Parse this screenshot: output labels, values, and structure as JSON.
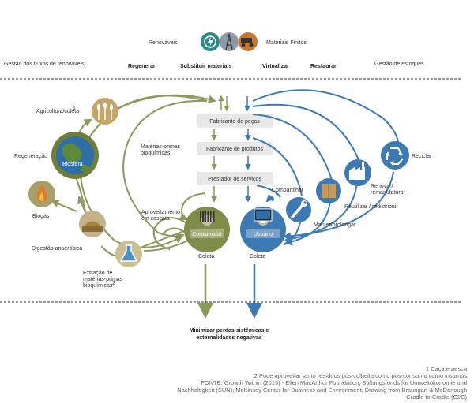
{
  "header": {
    "renewables": "Renováveis",
    "finite": "Materiais Finitos",
    "flow_left": "Gestão dos fluxos de renováveis",
    "flow_right": "Gestão de estoques",
    "regenerate": "Regenerar",
    "substitute": "Substituir materiais",
    "virtualize": "Virtualizar",
    "restore": "Restaurar"
  },
  "center_boxes": {
    "parts": "Fabricante de peças",
    "products": "Fabricante de produtos",
    "services": "Prestador de serviços"
  },
  "left_cycle": {
    "agriculture": "Agricultura/coleta",
    "agriculture_sup": "1",
    "biosphere": "Biosfera",
    "regeneration": "Regeneração",
    "biogas": "Biogás",
    "anaerobic": "Digestão anaeróbica",
    "extraction_l1": "Extração de",
    "extraction_l2": "matérias-primas",
    "extraction_l3": "bioquímicas",
    "extraction_sup": "2",
    "raw_l1": "Matérias-primas",
    "raw_l2": "bioquímicas",
    "cascade_l1": "Aproveitamento",
    "cascade_l2": "em cascata",
    "consumer": "Consumidor",
    "collect_left": "Coleta"
  },
  "right_cycle": {
    "user": "Usuário",
    "collect_right": "Coleta",
    "share": "Compartilhar",
    "maintain": "Manter/prolongar",
    "reuse": "Reutilizar / redistribuir",
    "renew_l1": "Renovar/",
    "renew_l2": "remanufaturar",
    "recycle": "Reciclar"
  },
  "bottom": {
    "line1": "Minimizar perdas sistêmicas e",
    "line2": "externalidades negativas"
  },
  "footnotes": {
    "f1": "1 Caça e pesca",
    "f2": "2 Pode aproveitar tanto resíduos pós-colheita como pós-consumo como insumos",
    "f3": "FONTE: Growth Within (2015) - Ellen MacArthur Foundation; Stiftungsfonds für Umweltökonomie und",
    "f4": "Nachhaltigkeit (SUN); McKinsey Center for Business and Environment; Drawing from Braungart & McDonough",
    "f5": "Cradle to Cradle (C2C)"
  },
  "colors": {
    "green": "#8a9a5b",
    "blue": "#3d7ab3",
    "teal": "#2e8a87"
  },
  "icons": [
    "energy-icon",
    "oil-rig-icon",
    "mining-truck-icon",
    "wheat-icon",
    "biosphere-globe-icon",
    "flame-icon",
    "compost-icon",
    "flask-icon",
    "barcode-icon",
    "computer-icon",
    "wrench-icon",
    "boxes-icon",
    "factory-icon",
    "recycle-icon"
  ]
}
